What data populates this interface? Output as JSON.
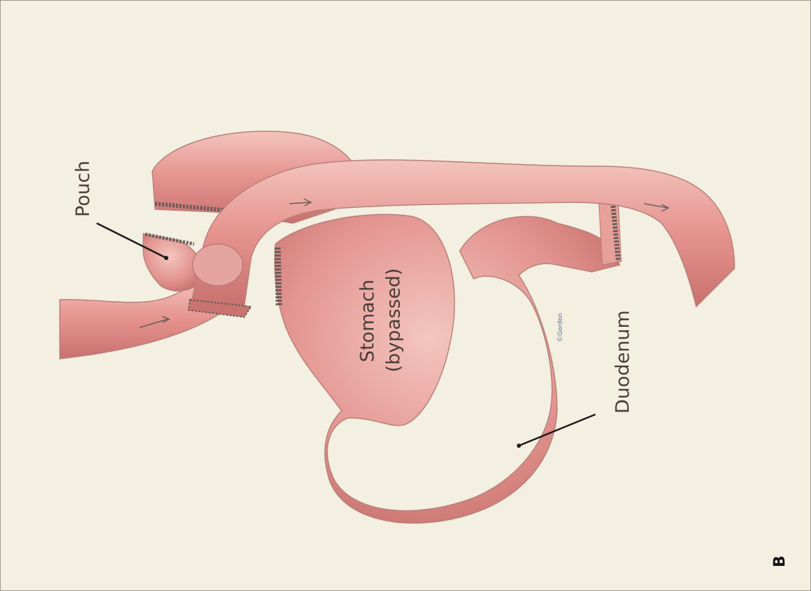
{
  "labels": {
    "pouch": "Pouch",
    "stomach_line1": "Stomach",
    "stomach_line2": "(bypassed)",
    "duodenum": "Duodenum",
    "artist_signature": "©Gordon"
  },
  "panel_letter": "B",
  "colors": {
    "background": "#f3efe1",
    "tissue": "#e6938f",
    "tissue_shadow": "#c8716f",
    "tissue_highlight": "#f3c4bd",
    "staple_line": "#6b5d5a",
    "leader_line": "#1a1a1a"
  }
}
